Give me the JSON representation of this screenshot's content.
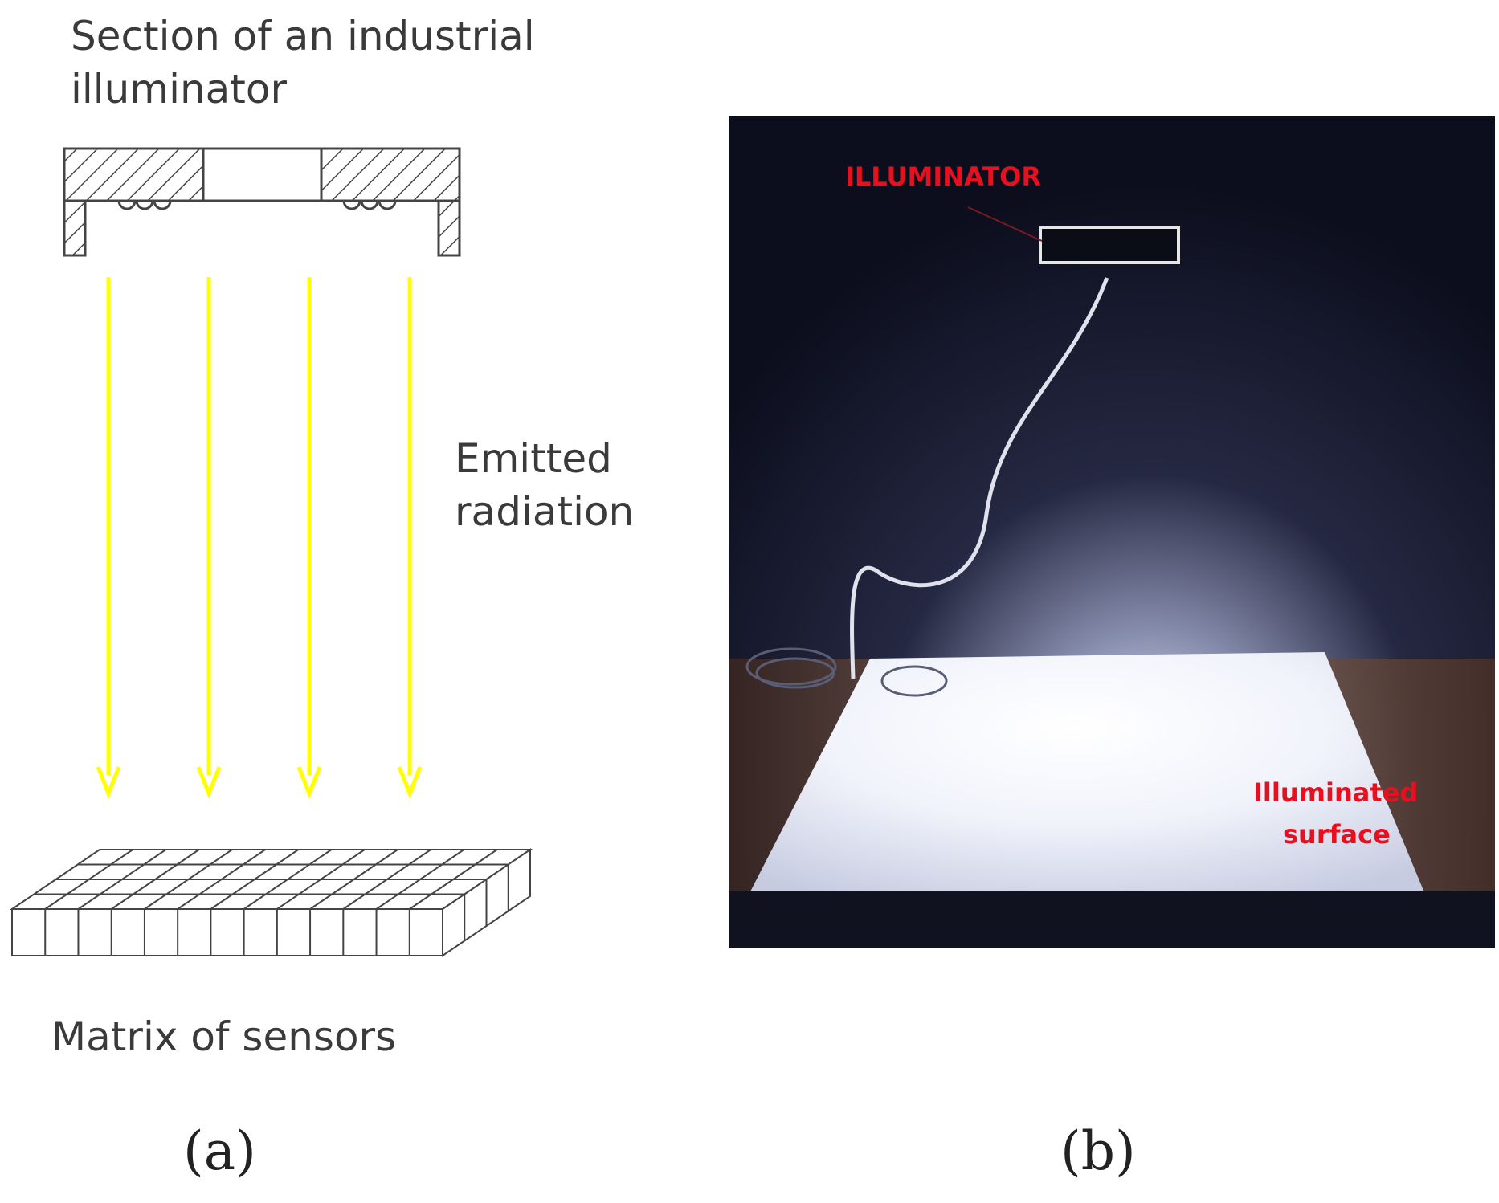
{
  "panel_a": {
    "illuminator_title_line1": "Section of an industrial",
    "illuminator_title_line2": "illuminator",
    "radiation_label_line1": "Emitted",
    "radiation_label_line2": "radiation",
    "sensors_label": "Matrix of sensors",
    "caption": "(a)",
    "arrow_color": "#ffff00",
    "sensor_grid": {
      "columns": 13,
      "rows": 4
    }
  },
  "panel_b": {
    "illuminator_label": "ILLUMINATOR",
    "surface_label_line1": "Illuminated",
    "surface_label_line2": "surface",
    "caption": "(b)",
    "label_color": "#e8101e"
  }
}
